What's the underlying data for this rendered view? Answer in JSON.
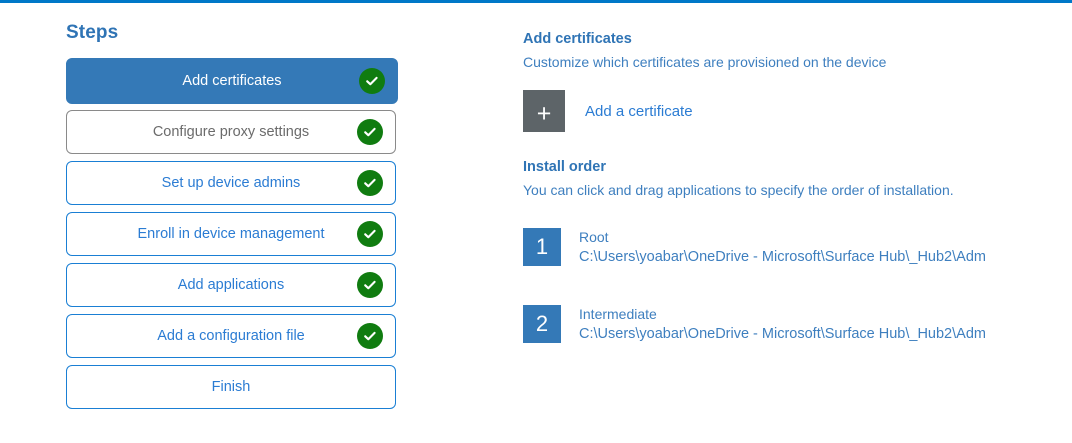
{
  "top_rule_color": "#0078c8",
  "accent_color": "#2f74b5",
  "link_color": "#2b7cd3",
  "complete_color": "#107c10",
  "steps": {
    "title": "Steps",
    "items": [
      {
        "label": "Add certificates",
        "state": "active",
        "complete": true
      },
      {
        "label": "Configure proxy settings",
        "state": "visited",
        "complete": true
      },
      {
        "label": "Set up device admins",
        "state": "default",
        "complete": true
      },
      {
        "label": "Enroll in device management",
        "state": "default",
        "complete": true
      },
      {
        "label": "Add applications",
        "state": "default",
        "complete": true
      },
      {
        "label": "Add a configuration file",
        "state": "default",
        "complete": true
      },
      {
        "label": "Finish",
        "state": "default",
        "complete": false
      }
    ]
  },
  "detail": {
    "heading": "Add certificates",
    "subheading": "Customize which certificates are provisioned on the device",
    "add_certificate": {
      "icon": "plus-icon",
      "glyph": "+",
      "label": "Add a certificate"
    },
    "install_order": {
      "heading": "Install order",
      "subheading": "You can click and drag applications to specify the order of installation.",
      "items": [
        {
          "number": "1",
          "name": "Root",
          "path": "C:\\Users\\yoabar\\OneDrive - Microsoft\\Surface Hub\\_Hub2\\Adm"
        },
        {
          "number": "2",
          "name": "Intermediate",
          "path": "C:\\Users\\yoabar\\OneDrive - Microsoft\\Surface Hub\\_Hub2\\Adm"
        }
      ]
    }
  }
}
